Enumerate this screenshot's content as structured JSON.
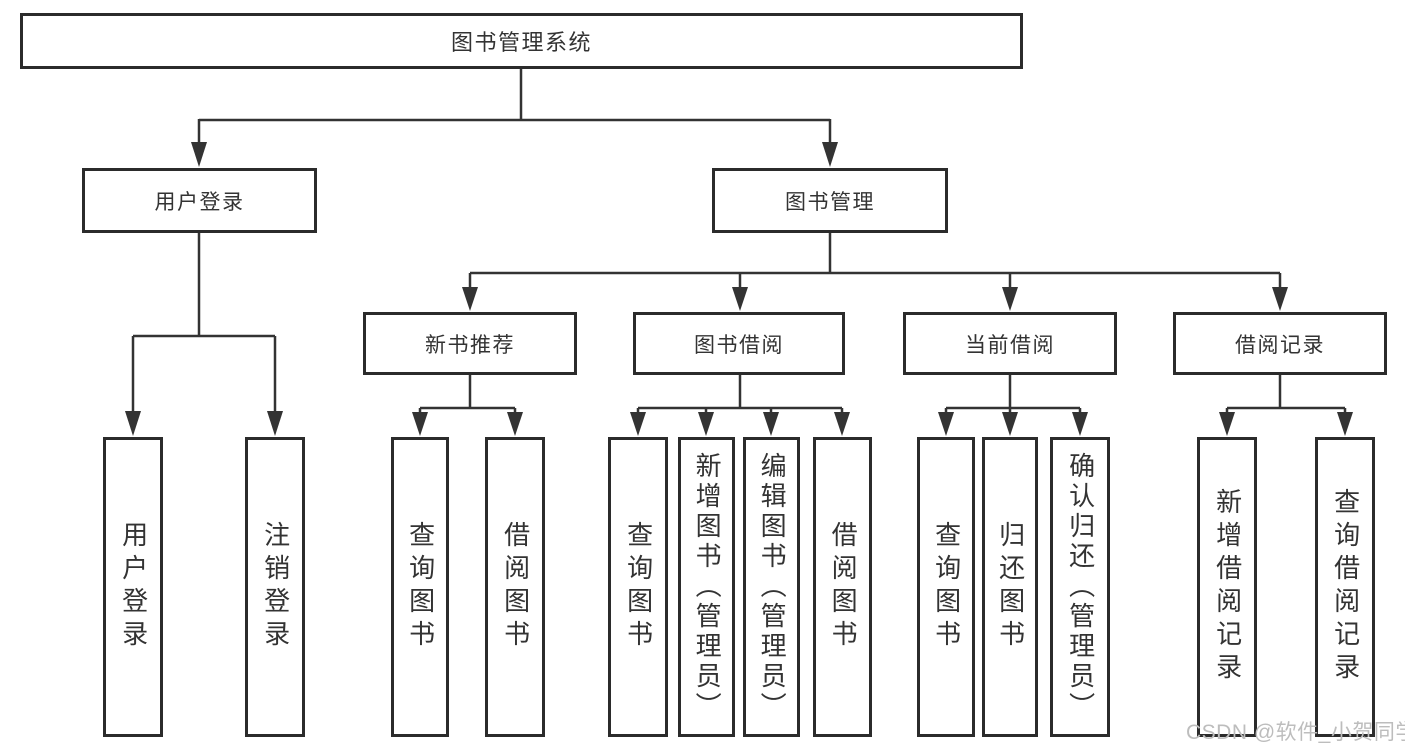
{
  "tree": {
    "root": "图书管理系统",
    "branches": [
      {
        "label": "用户登录",
        "children": [
          "用户登录",
          "注销登录"
        ]
      },
      {
        "label": "图书管理",
        "children": [
          {
            "label": "新书推荐",
            "children": [
              "查询图书",
              "借阅图书"
            ]
          },
          {
            "label": "图书借阅",
            "children": [
              "查询图书",
              "新增图书（管理员）",
              "编辑图书（管理员）",
              "借阅图书"
            ]
          },
          {
            "label": "当前借阅",
            "children": [
              "查询图书",
              "归还图书",
              "确认归还（管理员）"
            ]
          },
          {
            "label": "借阅记录",
            "children": [
              "新增借阅记录",
              "查询借阅记录"
            ]
          }
        ]
      }
    ]
  },
  "watermark": "CSDN @软件_小贺同学",
  "colors": {
    "line": "#333333",
    "box_border": "#2b2b2b",
    "text": "#333333",
    "watermark": "#bdbdbd",
    "background": "#ffffff"
  }
}
